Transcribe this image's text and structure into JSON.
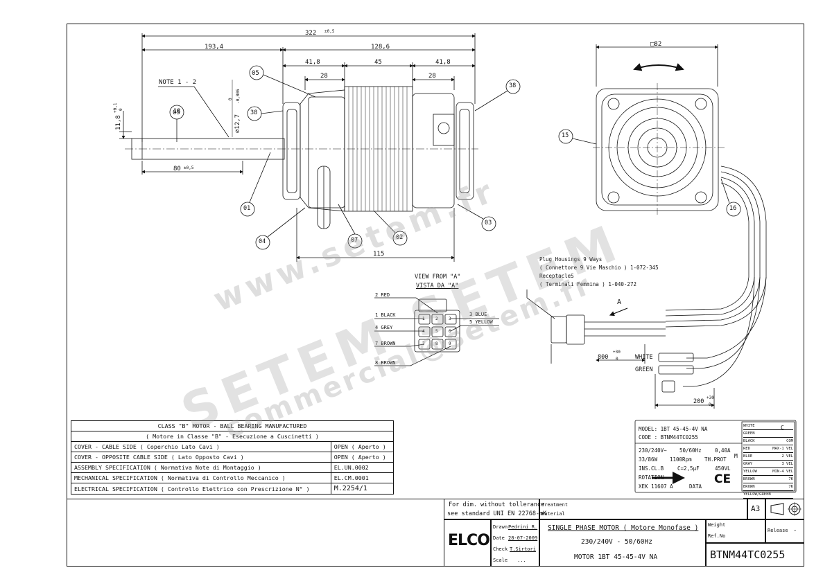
{
  "dimensions": {
    "overall": "322",
    "overall_tol": "±0,5",
    "shaft": "193,4",
    "body": "128,6",
    "left_flange": "41,8",
    "right_flange": "41,8",
    "left_inner": "28",
    "right_inner": "28",
    "stack": "45",
    "shaft_dia_note": "NOTE 1 - 2",
    "shaft_dia": "∅12,7",
    "shaft_dia_tol_top": "0",
    "shaft_dia_tol_bot": "-0,005",
    "flat": "11,8",
    "flat_tol_top": "+0,1",
    "flat_tol_bot": "0",
    "flat_len": "80",
    "flat_len_tol": "±0,5",
    "body_len": "115",
    "square": "□82",
    "lead_len": "800",
    "lead_len_tol_top": "+30",
    "lead_len_tol_bot": "0",
    "ground_len": "200",
    "ground_len_tol_top": "+30",
    "ground_len_tol_bot": "0"
  },
  "callouts": [
    "05",
    "38",
    "18",
    "01",
    "04",
    "07",
    "02",
    "03",
    "38",
    "15",
    "16"
  ],
  "connector": {
    "view_en": "VIEW FROM \"A\"",
    "view_it": "VISTA DA \"A\"",
    "pins": [
      "1",
      "2",
      "3",
      "4",
      "5",
      "6",
      "7",
      "8",
      "9"
    ],
    "wires": [
      "2 RED",
      "1 BLACK",
      "4 GREY",
      "7 BROWN",
      "8 BROWN",
      "3 BLUE",
      "5 YELLOW"
    ],
    "notes": [
      "Plug Housings 9 Ways",
      "( Connettore 9 Vie Maschio ) 1-072-345",
      "ReceptacleS",
      "( Terminali Femmina ) 1-040-272"
    ],
    "arrow_label": "A",
    "white": "WHITE",
    "green": "GREEN"
  },
  "spec_table": {
    "header1": "CLASS \"B\" MOTOR - BALL BEARING MANUFACTURED",
    "header2": "( Motore in Classe \"B\" - Esecuzione a Cuscinetti )",
    "rows": [
      {
        "label": "COVER - CABLE SIDE ( Coperchio Lato Cavi )",
        "value": "OPEN ( Aperto )"
      },
      {
        "label": "COVER - OPPOSITE CABLE SIDE ( Lato Opposto Cavi )",
        "value": "OPEN ( Aperto )"
      },
      {
        "label": "ASSEMBLY SPECIFICATION ( Normativa Note di Montaggio )",
        "value": "EL.UN.0002"
      },
      {
        "label": "MECHANICAL SPECIFICATION ( Normativa di Controllo Meccanico )",
        "value": "EL.CM.0001"
      },
      {
        "label": "ELECTRICAL SPECIFICATION ( Controllo Elettrico con Prescrizione N° )",
        "value": "M.2254/1"
      }
    ]
  },
  "label_plate": {
    "model": "MODEL: 1BT 45-45-4V NA",
    "code": "CODE : BTNM44TC0255",
    "line1a": "230/240V∼",
    "line1b": "50/60Hz",
    "line1c": "0,40A",
    "line2a": "33/86W",
    "line2b": "1100Rpm",
    "line2c": "TH.PROT",
    "line3a": "INS.CL.B",
    "line3b": "C=2,5µF",
    "line3c": "450VL",
    "rotation": "ROTATION",
    "xek": "XEK 11607 A",
    "data": "DATA",
    "m": "M",
    "c": "C",
    "ce": "CE",
    "wires": [
      {
        "color": "WHITE",
        "speed": ""
      },
      {
        "color": "GREEN",
        "speed": ""
      },
      {
        "color": "BLACK",
        "speed": "COM"
      },
      {
        "color": "RED",
        "speed": "MAX-1 VEL"
      },
      {
        "color": "BLUE",
        "speed": "2 VEL"
      },
      {
        "color": "GRAY",
        "speed": "3 VEL"
      },
      {
        "color": "YELLOW",
        "speed": "MIN-4 VEL"
      },
      {
        "color": "BROWN",
        "speed": "7K"
      },
      {
        "color": "BROWN",
        "speed": "7K"
      },
      {
        "color": "YELLOW/GREEN",
        "speed": ""
      }
    ]
  },
  "title_block": {
    "dim_note1": "For dim. without tollerance",
    "dim_note2": "see standard UNI EN 22768-mK",
    "treatment": "Treatment",
    "material": "Material",
    "format": "A3",
    "drawn_label": "Drawn",
    "drawn": "Pedrini R.",
    "date_label": "Date",
    "date": "28-07-2009",
    "check_label": "Check",
    "check": "T.Sirtori",
    "scale_label": "Scale",
    "scale": "...",
    "desc1": "SINGLE PHASE MOTOR ( Motore Monofase )",
    "desc2": "230/240V - 50/60Hz",
    "desc3": "MOTOR 1BT 45-45-4V NA",
    "weight": "Weight",
    "refno": "Ref.No",
    "release": "Release",
    "release_value": "-",
    "code": "BTNM44TC0255",
    "logo": "ELCO"
  },
  "watermark": {
    "w1": "www.setem.fr",
    "w2": "SETEM SETEM",
    "w3": "commercial@setem.fr"
  }
}
